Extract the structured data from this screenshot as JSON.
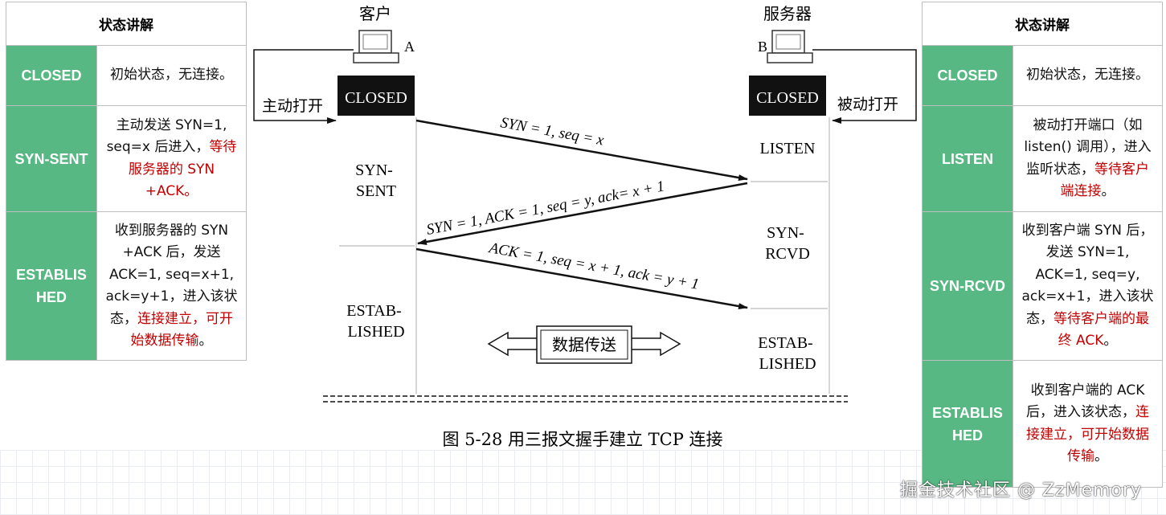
{
  "left_table": {
    "header": "状态讲解",
    "rows": [
      {
        "state": "CLOSED",
        "desc": [
          "初始状态，无连接。"
        ]
      },
      {
        "state": "SYN-SENT",
        "desc": [
          "主动发送 SYN=1, seq=x 后进入，",
          "等待服务器的 SYN +ACK。"
        ]
      },
      {
        "state": "ESTABLISHED",
        "desc": [
          "收到服务器的 SYN +ACK 后，发送 ACK=1, seq=x+1, ack=y+1，进入该状态，",
          "连接建立，可开始数据传输",
          "。"
        ]
      }
    ]
  },
  "right_table": {
    "header": "状态讲解",
    "rows": [
      {
        "state": "CLOSED",
        "desc": [
          "初始状态，无连接。"
        ]
      },
      {
        "state": "LISTEN",
        "desc": [
          "被动打开端口（如 listen() 调用），进入监听状态，",
          "等待客户端连接",
          "。"
        ]
      },
      {
        "state": "SYN-RCVD",
        "desc": [
          "收到客户端 SYN 后，发送 SYN=1, ACK=1, seq=y, ack=x+1，进入该状态，",
          "等待客户端的最终 ACK",
          "。"
        ]
      },
      {
        "state": "ESTABLISHED",
        "desc": [
          "收到客户端的 ACK 后，进入该状态，",
          "连接建立，可开始数据传输",
          "。"
        ]
      }
    ]
  },
  "diagram": {
    "client_label": "客户",
    "server_label": "服务器",
    "client_id": "A",
    "server_id": "B",
    "client_closed": "CLOSED",
    "server_closed": "CLOSED",
    "active_open": "主动打开",
    "passive_open": "被动打开",
    "client_states": {
      "syn_sent_1": "SYN-",
      "syn_sent_2": "SENT",
      "established_1": "ESTAB-",
      "established_2": "LISHED"
    },
    "server_states": {
      "listen": "LISTEN",
      "syn_rcvd_1": "SYN-",
      "syn_rcvd_2": "RCVD",
      "established_1": "ESTAB-",
      "established_2": "LISHED"
    },
    "msg1": "SYN = 1, seq = x",
    "msg2": "SYN = 1, ACK = 1, seq = y, ack= x + 1",
    "msg3": "ACK = 1, seq = x + 1, ack = y + 1",
    "data_transfer": "数据传送",
    "caption": "图 5-28 用三报文握手建立 TCP 连接"
  },
  "watermark": "掘金技术社区 @ ZzMemory"
}
